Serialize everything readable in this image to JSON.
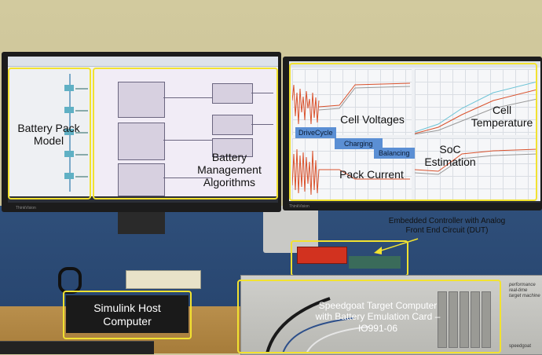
{
  "labels": {
    "battery_pack_model": "Battery Pack Model",
    "bms_algorithms": "Battery Management Algorithms",
    "cell_voltages": "Cell Voltages",
    "cell_temperature": "Cell Temperature",
    "pack_current": "Pack Current",
    "soc_estimation": "SoC Estimation",
    "drive_cycle": "DriveCycle",
    "charging": "Charging",
    "balancing": "Balancing",
    "embedded_controller": "Embedded Controller with Analog Front End Circuit (DUT)",
    "simulink_host": "Simulink Host Computer",
    "speedgoat_target": "Speedgoat Target Computer with Battery Emulation Card – IO991-06",
    "rack_brand_text": "performance real-time target machine",
    "rack_logo": "speedgoat",
    "monitor_brand": "ThinkVision"
  },
  "colors": {
    "highlight": "#f2e230",
    "tag_blue": "#5b8fd4",
    "signal_red": "#d9512c",
    "controller_red": "#d2321f"
  }
}
